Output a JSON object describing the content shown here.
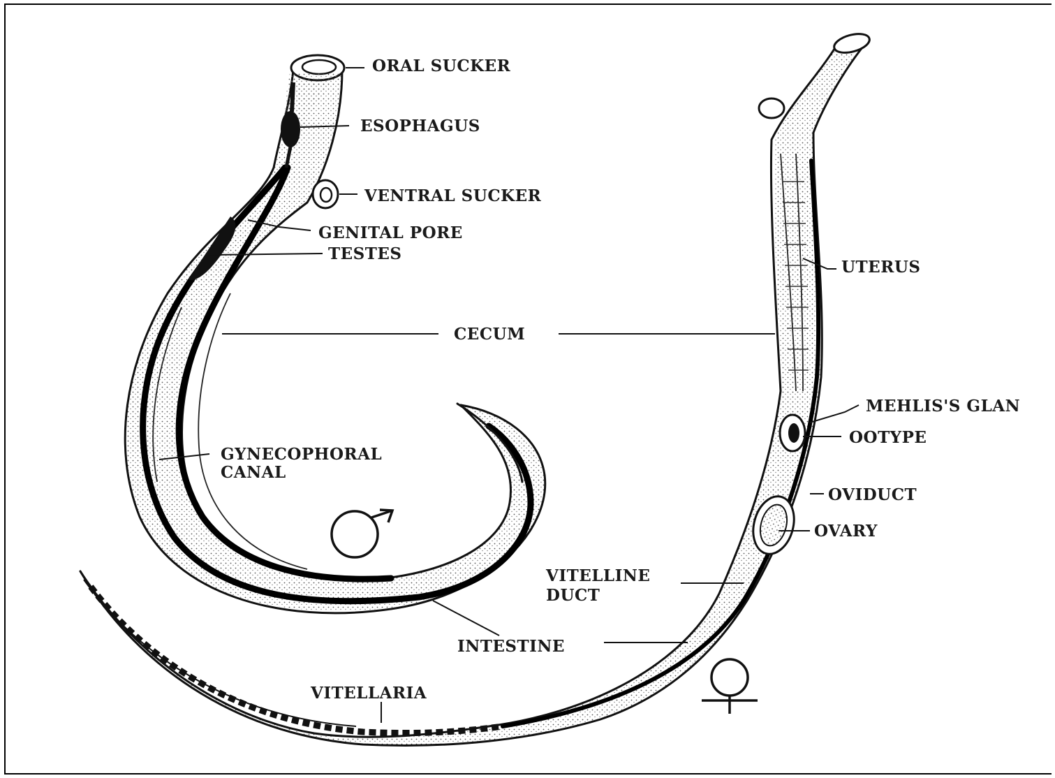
{
  "labels": {
    "oral_sucker": "ORAL SUCKER",
    "esophagus": "ESOPHAGUS",
    "ventral_sucker": "VENTRAL SUCKER",
    "genital_pore": "GENITAL PORE",
    "testes": "TESTES",
    "cecum": "CECUM",
    "uterus": "UTERUS",
    "mehlis_gland": "MEHLIS'S GLAN",
    "ootype": "OOTYPE",
    "gynecophoral_line1": "GYNECOPHORAL",
    "gynecophoral_line2": "CANAL",
    "oviduct": "OVIDUCT",
    "ovary": "OVARY",
    "vitelline_line1": "VITELLINE",
    "vitelline_line2": "DUCT",
    "intestine": "INTESTINE",
    "vitellaria": "VITELLARIA"
  },
  "symbols": {
    "male": "male-symbol",
    "female": "female-symbol"
  }
}
